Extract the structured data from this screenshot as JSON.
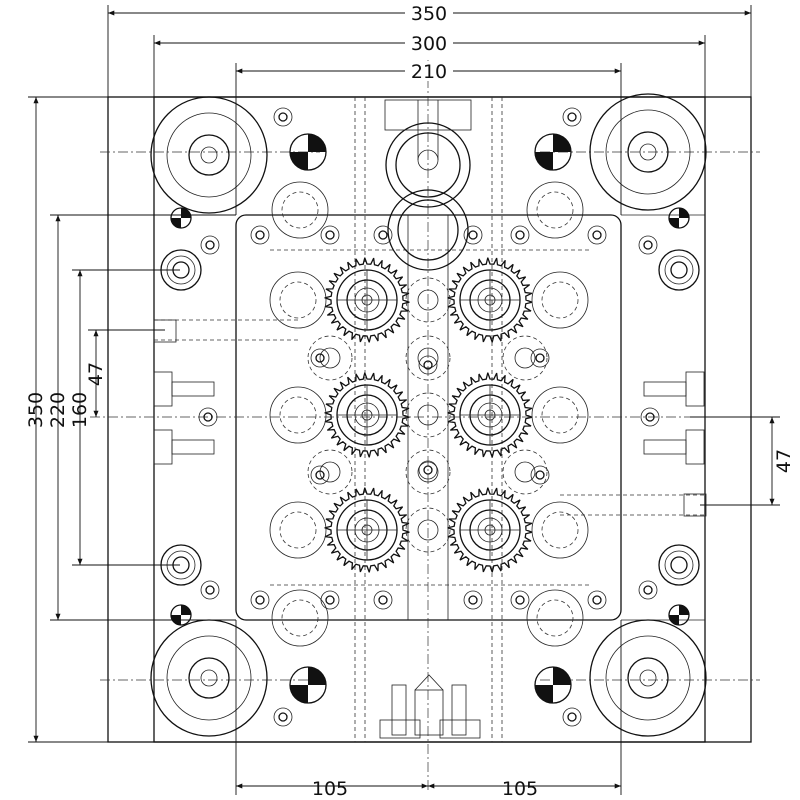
{
  "dimensions": {
    "top_outer": "350",
    "top_middle": "300",
    "top_inner": "210",
    "left_outer": "350",
    "left_220": "220",
    "left_160": "160",
    "left_47": "47",
    "right_47": "47",
    "bottom_left": "105",
    "bottom_right": "105"
  }
}
